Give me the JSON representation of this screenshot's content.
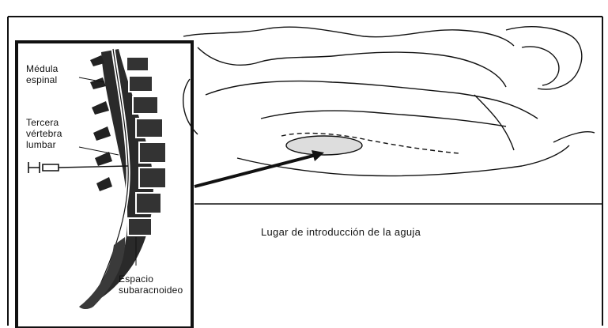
{
  "labels": {
    "medula": "Médula\nespinal",
    "tercera": "Tercera\nvértebra\nlumbar",
    "espacio": "Espacio\nsubaracnoideo",
    "caption": "Lugar de introducción de la aguja"
  },
  "colors": {
    "ink": "#111111",
    "bone": "#2a2a2a",
    "paper": "#ffffff"
  }
}
